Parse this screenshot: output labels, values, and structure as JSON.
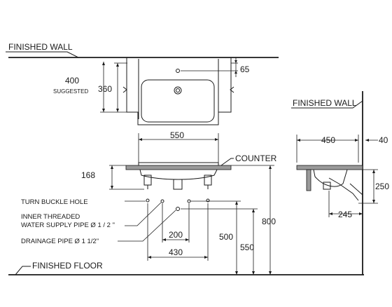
{
  "labels": {
    "finished_wall_top": "FINISHED WALL",
    "finished_wall_side": "FINISHED WALL",
    "finished_floor": "FINISHED FLOOR",
    "counter": "COUNTER",
    "turn_buckle_hole": "TURN BUCKLE HOLE",
    "inner_threaded_1": "INNER THREADED",
    "inner_threaded_2": "WATER SUPPLY PIPE Ø 1 / 2 \"",
    "drainage_pipe": "DRAINAGE PIPE Ø 1 1/2\"",
    "suggested": "SUGGESTED"
  },
  "dimensions": {
    "d400": "400",
    "d360": "360",
    "d65": "65",
    "d550_top": "550",
    "d168": "168",
    "d200": "200",
    "d430": "430",
    "d500": "500",
    "d550_right": "550",
    "d800": "800",
    "d450": "450",
    "d40": "40",
    "d250": "250",
    "d245": "245"
  }
}
